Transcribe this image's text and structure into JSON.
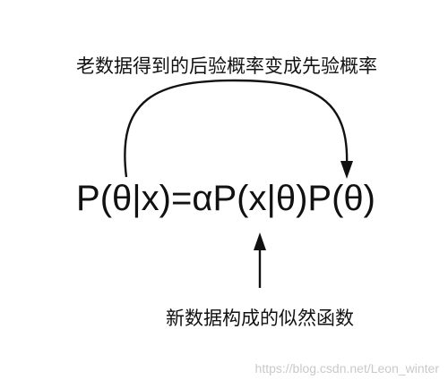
{
  "labels": {
    "top": "老数据得到的后验概率变成先验概率",
    "formula": "P(θ|x)=αP(x|θ)P(θ)",
    "bottom": "新数据构成的似然函数",
    "watermark": "https://blog.csdn.net/Leon_winter"
  },
  "colors": {
    "ink": "#111111",
    "watermark": "#c9c9c9"
  }
}
